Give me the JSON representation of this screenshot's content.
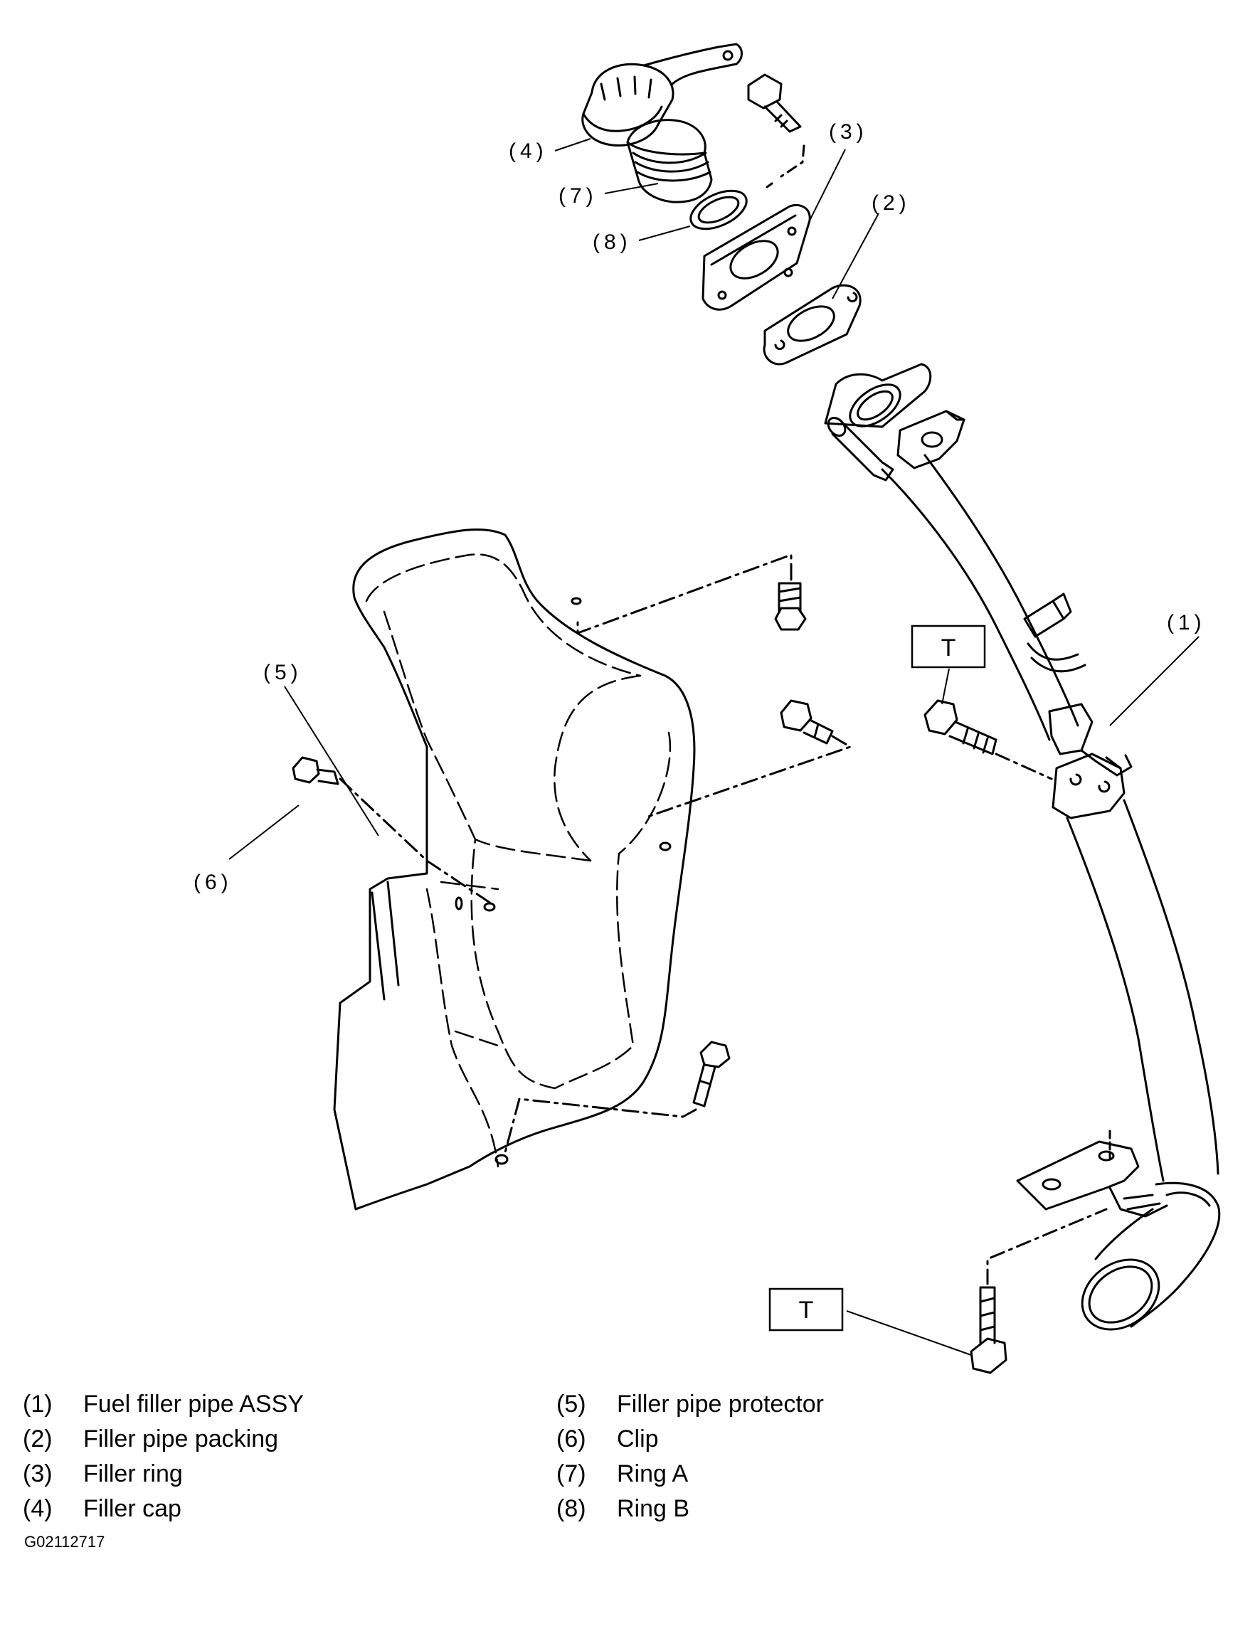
{
  "callouts": {
    "c1": "(1)",
    "c2": "(2)",
    "c3": "(3)",
    "c4": "(4)",
    "c5": "(5)",
    "c6": "(6)",
    "c7": "(7)",
    "c8": "(8)"
  },
  "torque_marks": {
    "upper": "T",
    "lower": "T"
  },
  "legend": {
    "left": [
      {
        "num": "(1)",
        "text": "Fuel filler pipe ASSY"
      },
      {
        "num": "(2)",
        "text": "Filler pipe packing"
      },
      {
        "num": "(3)",
        "text": "Filler ring"
      },
      {
        "num": "(4)",
        "text": "Filler cap"
      }
    ],
    "right": [
      {
        "num": "(5)",
        "text": "Filler pipe protector"
      },
      {
        "num": "(6)",
        "text": "Clip"
      },
      {
        "num": "(7)",
        "text": "Ring A"
      },
      {
        "num": "(8)",
        "text": "Ring B"
      }
    ]
  },
  "figure_code": "G02112717"
}
